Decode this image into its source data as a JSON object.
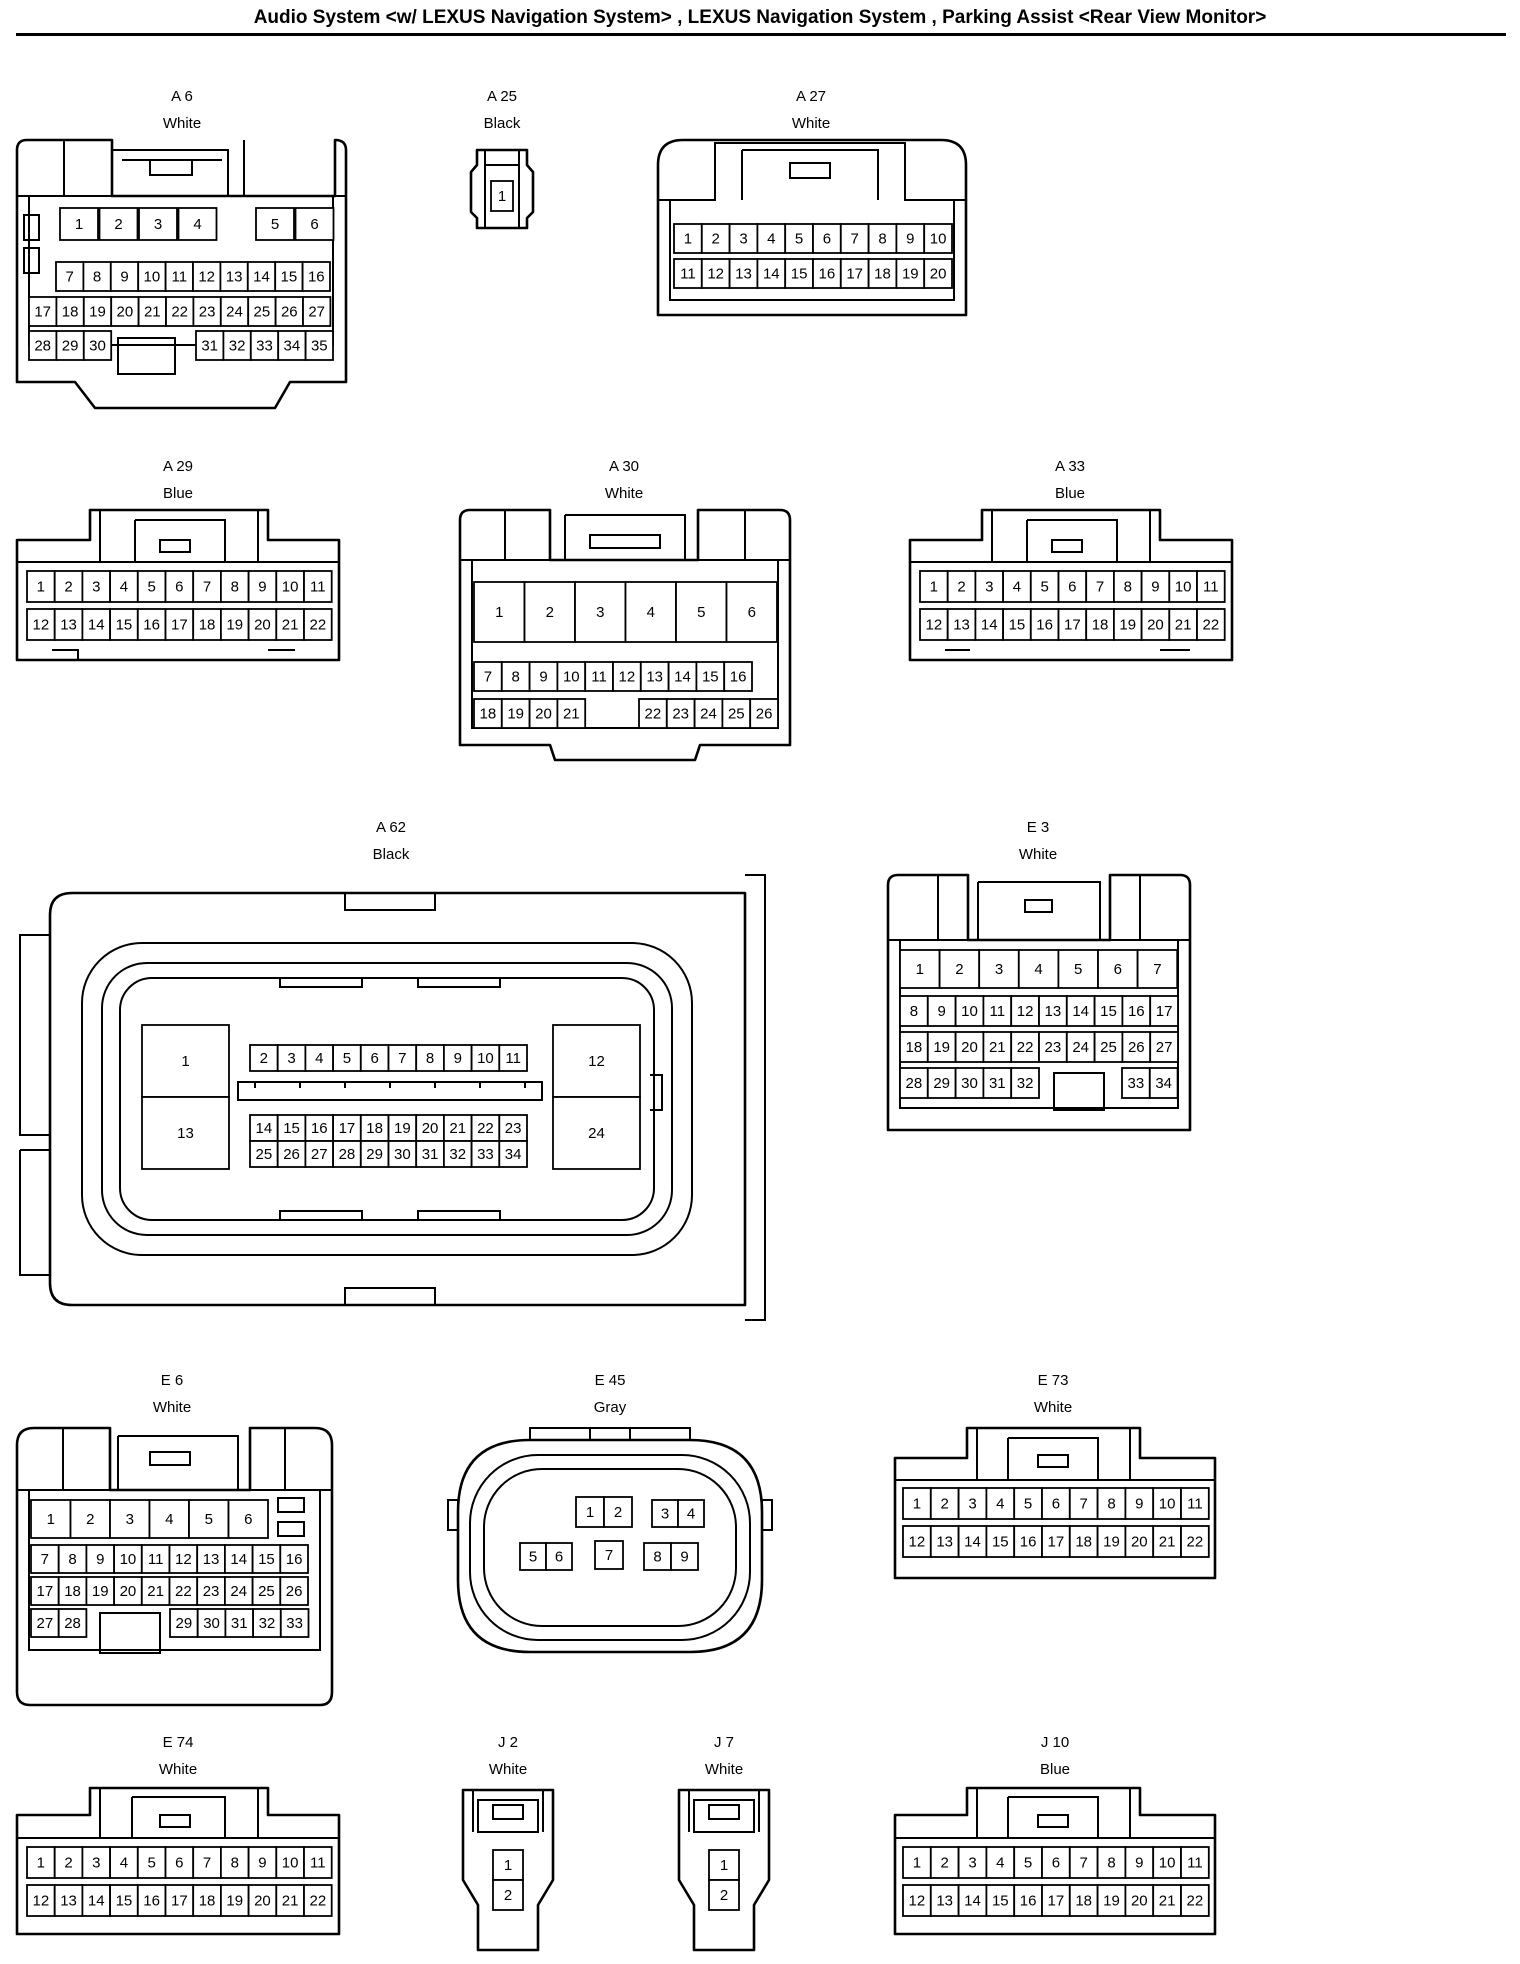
{
  "header": {
    "title": "Audio System <w/ LEXUS Navigation System> , LEXUS Navigation System , Parking Assist <Rear View Monitor>"
  },
  "connectors": [
    {
      "id": "A6",
      "name": "A 6",
      "color": "White",
      "pins": 35
    },
    {
      "id": "A25",
      "name": "A 25",
      "color": "Black",
      "pins": 1
    },
    {
      "id": "A27",
      "name": "A 27",
      "color": "White",
      "pins": 20
    },
    {
      "id": "A29",
      "name": "A 29",
      "color": "Blue",
      "pins": 22
    },
    {
      "id": "A30",
      "name": "A 30",
      "color": "White",
      "pins": 26
    },
    {
      "id": "A33",
      "name": "A 33",
      "color": "Blue",
      "pins": 22
    },
    {
      "id": "A62",
      "name": "A 62",
      "color": "Black",
      "pins": 34
    },
    {
      "id": "E3",
      "name": "E 3",
      "color": "White",
      "pins": 34
    },
    {
      "id": "E6",
      "name": "E 6",
      "color": "White",
      "pins": 33
    },
    {
      "id": "E45",
      "name": "E 45",
      "color": "Gray",
      "pins": 9
    },
    {
      "id": "E73",
      "name": "E 73",
      "color": "White",
      "pins": 22
    },
    {
      "id": "E74",
      "name": "E 74",
      "color": "White",
      "pins": 22
    },
    {
      "id": "J2",
      "name": "J 2",
      "color": "White",
      "pins": 2
    },
    {
      "id": "J7",
      "name": "J 7",
      "color": "White",
      "pins": 2
    },
    {
      "id": "J10",
      "name": "J 10",
      "color": "Blue",
      "pins": 22
    }
  ]
}
